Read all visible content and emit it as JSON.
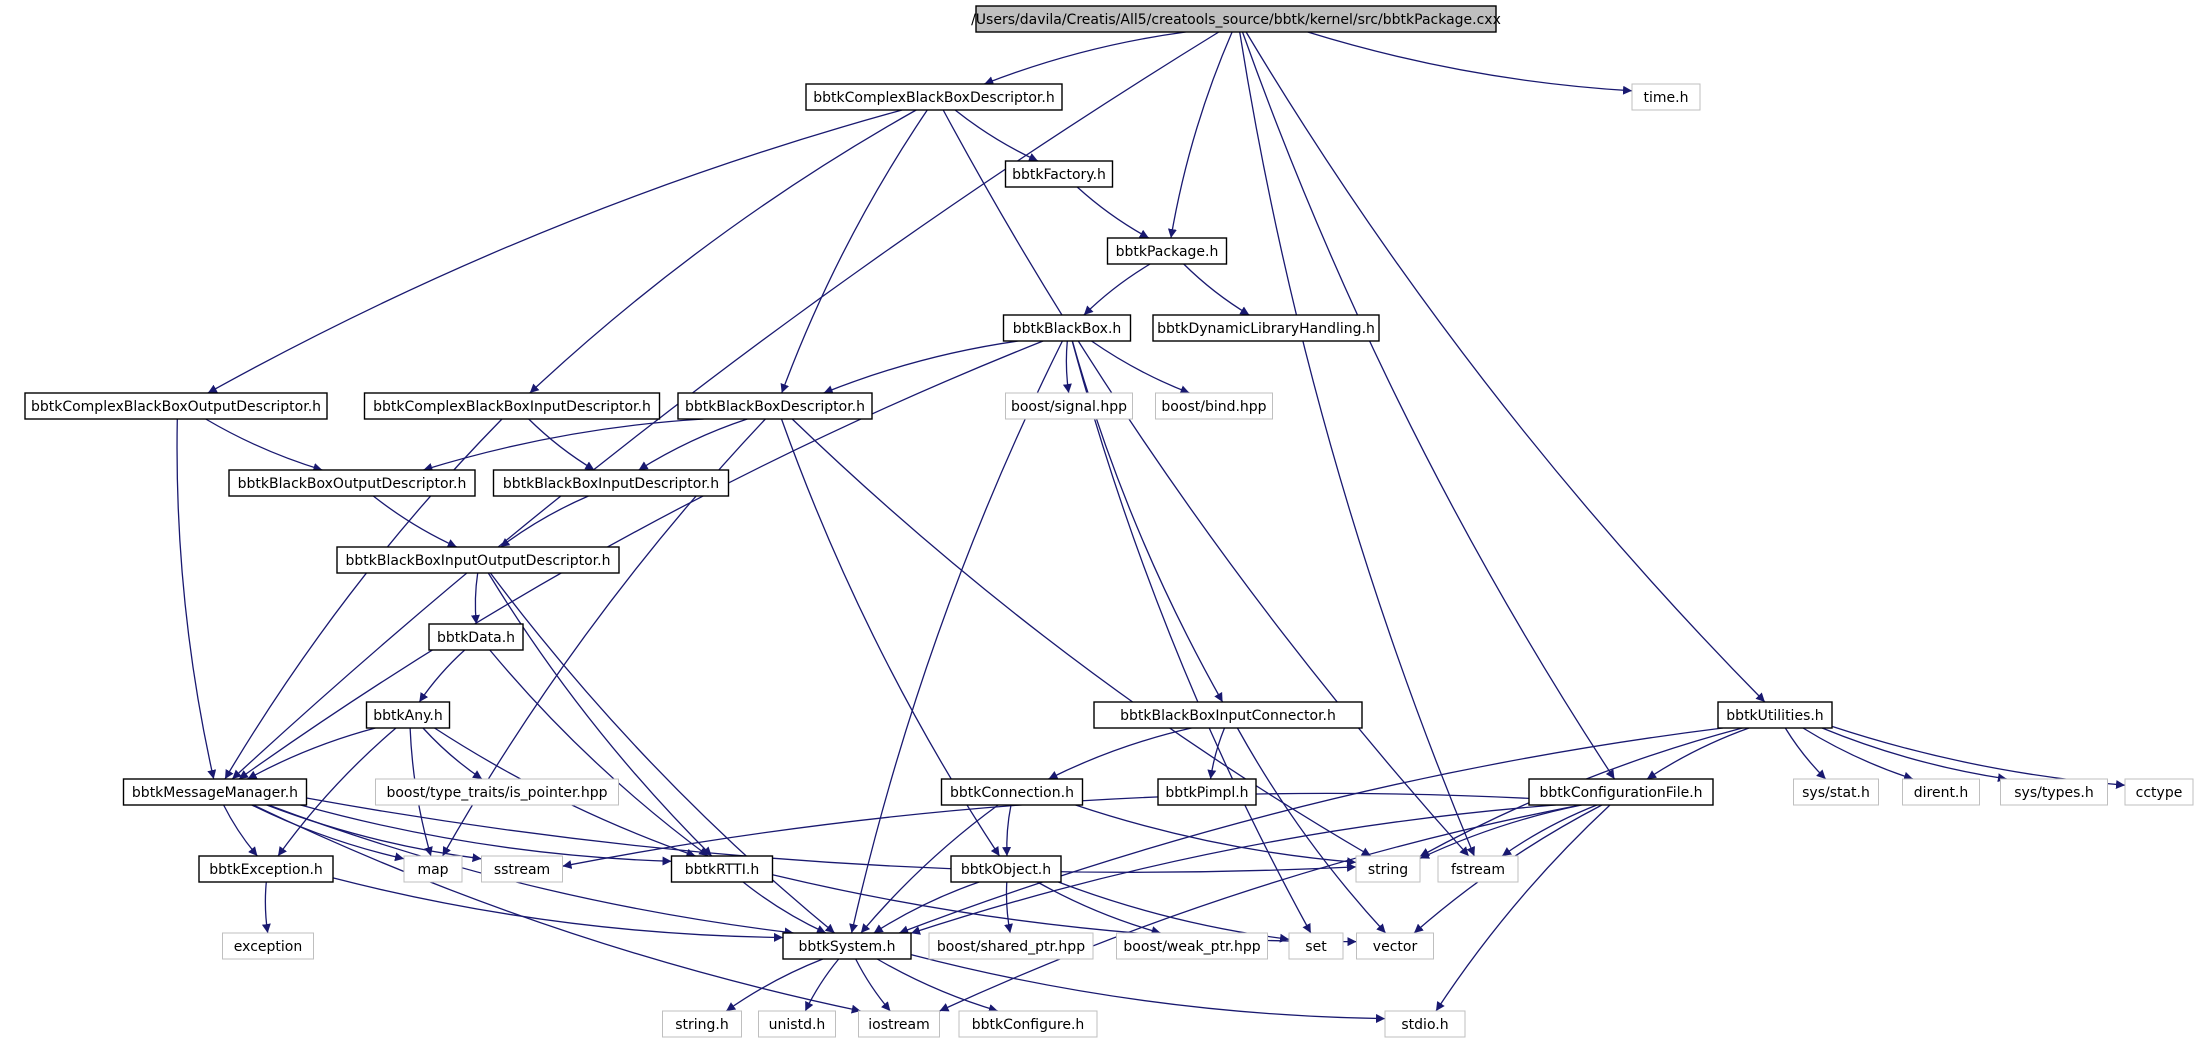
{
  "colors": {
    "edge": "#191970",
    "node_border": "#000000",
    "external_border": "#bfbfbf",
    "root_fill": "#bfbfbf",
    "text": "#000000",
    "external_text": "#000000"
  },
  "nodes": [
    {
      "id": "root",
      "label": "/Users/davila/Creatis/All5/creatools_source/bbtk/kernel/src/bbtkPackage.cxx",
      "kind": "root"
    },
    {
      "id": "cbbd",
      "label": "bbtkComplexBlackBoxDescriptor.h",
      "kind": "internal"
    },
    {
      "id": "time",
      "label": "time.h",
      "kind": "external"
    },
    {
      "id": "factory",
      "label": "bbtkFactory.h",
      "kind": "internal"
    },
    {
      "id": "package",
      "label": "bbtkPackage.h",
      "kind": "internal"
    },
    {
      "id": "blackbox",
      "label": "bbtkBlackBox.h",
      "kind": "internal"
    },
    {
      "id": "dynlib",
      "label": "bbtkDynamicLibraryHandling.h",
      "kind": "internal"
    },
    {
      "id": "cbbod",
      "label": "bbtkComplexBlackBoxOutputDescriptor.h",
      "kind": "internal"
    },
    {
      "id": "cbbid",
      "label": "bbtkComplexBlackBoxInputDescriptor.h",
      "kind": "internal"
    },
    {
      "id": "bbd",
      "label": "bbtkBlackBoxDescriptor.h",
      "kind": "internal"
    },
    {
      "id": "signal",
      "label": "boost/signal.hpp",
      "kind": "external"
    },
    {
      "id": "bind",
      "label": "boost/bind.hpp",
      "kind": "external"
    },
    {
      "id": "bbod",
      "label": "bbtkBlackBoxOutputDescriptor.h",
      "kind": "internal"
    },
    {
      "id": "bbid",
      "label": "bbtkBlackBoxInputDescriptor.h",
      "kind": "internal"
    },
    {
      "id": "bbiod",
      "label": "bbtkBlackBoxInputOutputDescriptor.h",
      "kind": "internal"
    },
    {
      "id": "data",
      "label": "bbtkData.h",
      "kind": "internal"
    },
    {
      "id": "any",
      "label": "bbtkAny.h",
      "kind": "internal"
    },
    {
      "id": "bbic",
      "label": "bbtkBlackBoxInputConnector.h",
      "kind": "internal"
    },
    {
      "id": "utilities",
      "label": "bbtkUtilities.h",
      "kind": "internal"
    },
    {
      "id": "msgmgr",
      "label": "bbtkMessageManager.h",
      "kind": "internal"
    },
    {
      "id": "ispointer",
      "label": "boost/type_traits/is_pointer.hpp",
      "kind": "external"
    },
    {
      "id": "connection",
      "label": "bbtkConnection.h",
      "kind": "internal"
    },
    {
      "id": "pimpl",
      "label": "bbtkPimpl.h",
      "kind": "internal"
    },
    {
      "id": "config",
      "label": "bbtkConfigurationFile.h",
      "kind": "internal"
    },
    {
      "id": "sysstat",
      "label": "sys/stat.h",
      "kind": "external"
    },
    {
      "id": "dirent",
      "label": "dirent.h",
      "kind": "external"
    },
    {
      "id": "systypes",
      "label": "sys/types.h",
      "kind": "external"
    },
    {
      "id": "cctype",
      "label": "cctype",
      "kind": "external"
    },
    {
      "id": "exception_h",
      "label": "bbtkException.h",
      "kind": "internal"
    },
    {
      "id": "map",
      "label": "map",
      "kind": "external"
    },
    {
      "id": "sstream",
      "label": "sstream",
      "kind": "external"
    },
    {
      "id": "rtti",
      "label": "bbtkRTTI.h",
      "kind": "internal"
    },
    {
      "id": "object",
      "label": "bbtkObject.h",
      "kind": "internal"
    },
    {
      "id": "string",
      "label": "string",
      "kind": "external"
    },
    {
      "id": "fstream",
      "label": "fstream",
      "kind": "external"
    },
    {
      "id": "exception",
      "label": "exception",
      "kind": "external"
    },
    {
      "id": "system",
      "label": "bbtkSystem.h",
      "kind": "internal"
    },
    {
      "id": "sharedptr",
      "label": "boost/shared_ptr.hpp",
      "kind": "external"
    },
    {
      "id": "weakptr",
      "label": "boost/weak_ptr.hpp",
      "kind": "external"
    },
    {
      "id": "set",
      "label": "set",
      "kind": "external"
    },
    {
      "id": "vector",
      "label": "vector",
      "kind": "external"
    },
    {
      "id": "stringh",
      "label": "string.h",
      "kind": "external"
    },
    {
      "id": "unistd",
      "label": "unistd.h",
      "kind": "external"
    },
    {
      "id": "iostream",
      "label": "iostream",
      "kind": "external"
    },
    {
      "id": "bbtkconfigure",
      "label": "bbtkConfigure.h",
      "kind": "external"
    },
    {
      "id": "stdio",
      "label": "stdio.h",
      "kind": "external"
    }
  ],
  "edges": [
    [
      "root",
      "cbbd"
    ],
    [
      "root",
      "time"
    ],
    [
      "root",
      "package"
    ],
    [
      "root",
      "msgmgr"
    ],
    [
      "root",
      "fstream"
    ],
    [
      "root",
      "config"
    ],
    [
      "root",
      "utilities"
    ],
    [
      "cbbd",
      "factory"
    ],
    [
      "cbbd",
      "cbbod"
    ],
    [
      "cbbd",
      "cbbid"
    ],
    [
      "cbbd",
      "bbd"
    ],
    [
      "cbbd",
      "fstream"
    ],
    [
      "factory",
      "package"
    ],
    [
      "package",
      "blackbox"
    ],
    [
      "package",
      "dynlib"
    ],
    [
      "blackbox",
      "bbd"
    ],
    [
      "blackbox",
      "signal"
    ],
    [
      "blackbox",
      "bind"
    ],
    [
      "blackbox",
      "msgmgr"
    ],
    [
      "blackbox",
      "system"
    ],
    [
      "blackbox",
      "bbic"
    ],
    [
      "blackbox",
      "set"
    ],
    [
      "cbbod",
      "bbod"
    ],
    [
      "cbbod",
      "msgmgr"
    ],
    [
      "cbbid",
      "bbid"
    ],
    [
      "cbbid",
      "msgmgr"
    ],
    [
      "bbd",
      "bbod"
    ],
    [
      "bbd",
      "bbid"
    ],
    [
      "bbd",
      "map"
    ],
    [
      "bbd",
      "object"
    ],
    [
      "bbd",
      "string"
    ],
    [
      "bbod",
      "bbiod"
    ],
    [
      "bbid",
      "bbiod"
    ],
    [
      "bbiod",
      "data"
    ],
    [
      "bbiod",
      "rtti"
    ],
    [
      "bbiod",
      "system"
    ],
    [
      "data",
      "any"
    ],
    [
      "data",
      "rtti"
    ],
    [
      "any",
      "msgmgr"
    ],
    [
      "any",
      "ispointer"
    ],
    [
      "any",
      "map"
    ],
    [
      "any",
      "rtti"
    ],
    [
      "any",
      "exception_h"
    ],
    [
      "bbic",
      "connection"
    ],
    [
      "bbic",
      "pimpl"
    ],
    [
      "bbic",
      "vector"
    ],
    [
      "utilities",
      "config"
    ],
    [
      "utilities",
      "string"
    ],
    [
      "utilities",
      "sysstat"
    ],
    [
      "utilities",
      "dirent"
    ],
    [
      "utilities",
      "systypes"
    ],
    [
      "utilities",
      "cctype"
    ],
    [
      "utilities",
      "system"
    ],
    [
      "msgmgr",
      "exception_h"
    ],
    [
      "msgmgr",
      "map"
    ],
    [
      "msgmgr",
      "sstream"
    ],
    [
      "msgmgr",
      "rtti"
    ],
    [
      "msgmgr",
      "string"
    ],
    [
      "msgmgr",
      "system"
    ],
    [
      "msgmgr",
      "iostream"
    ],
    [
      "connection",
      "object"
    ],
    [
      "connection",
      "system"
    ],
    [
      "connection",
      "string"
    ],
    [
      "config",
      "sstream"
    ],
    [
      "config",
      "string"
    ],
    [
      "config",
      "fstream"
    ],
    [
      "config",
      "system"
    ],
    [
      "config",
      "vector"
    ],
    [
      "config",
      "iostream"
    ],
    [
      "config",
      "stdio"
    ],
    [
      "exception_h",
      "exception"
    ],
    [
      "exception_h",
      "system"
    ],
    [
      "rtti",
      "system"
    ],
    [
      "rtti",
      "vector"
    ],
    [
      "object",
      "system"
    ],
    [
      "object",
      "sharedptr"
    ],
    [
      "object",
      "weakptr"
    ],
    [
      "object",
      "set"
    ],
    [
      "system",
      "stringh"
    ],
    [
      "system",
      "unistd"
    ],
    [
      "system",
      "iostream"
    ],
    [
      "system",
      "bbtkconfigure"
    ],
    [
      "system",
      "stdio"
    ]
  ]
}
